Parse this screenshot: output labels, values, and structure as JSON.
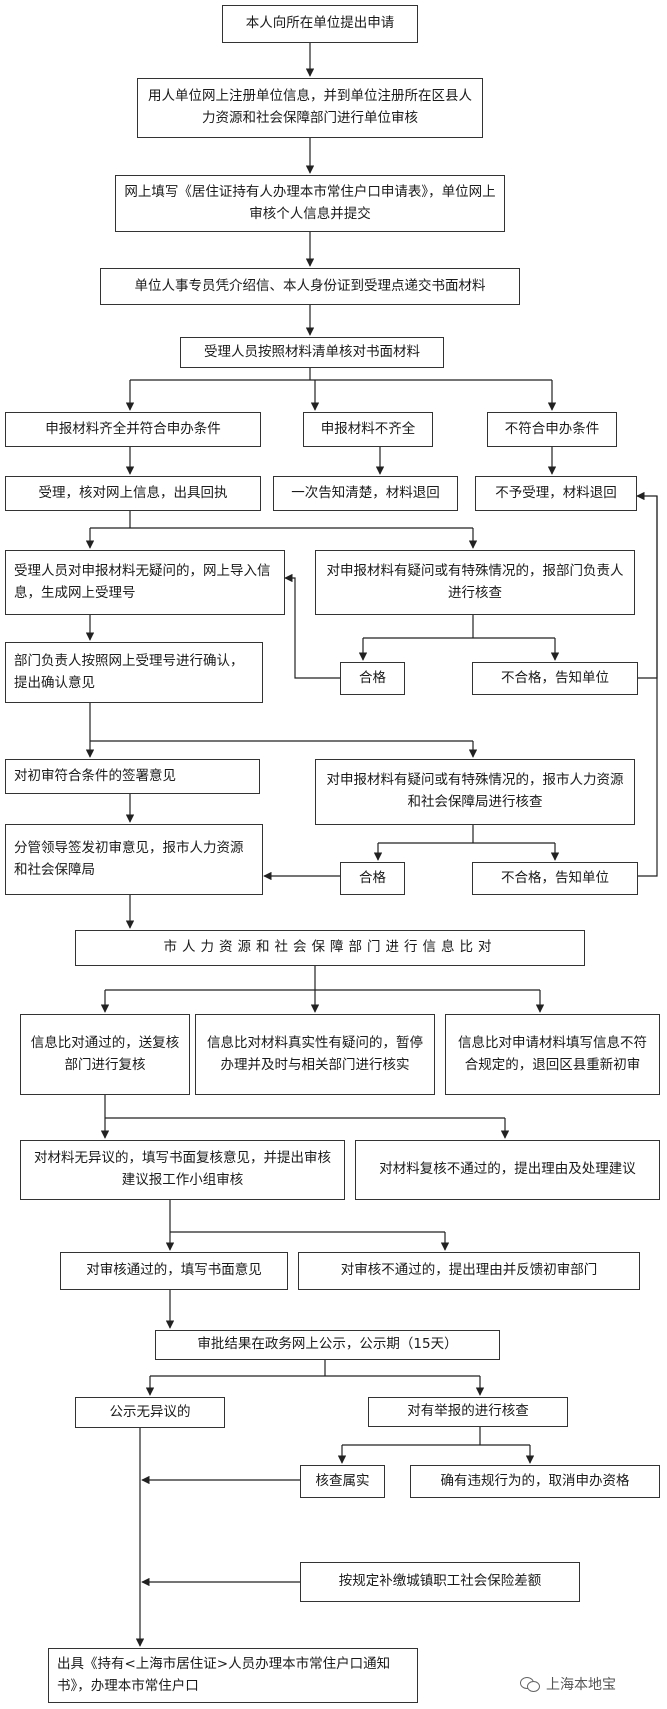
{
  "flow": {
    "apply": "本人向所在单位提出申请",
    "register": "用人单位网上注册单位信息，并到单位注册所在区县人力资源和社会保障部门进行单位审核",
    "fill_online": "网上填写《居住证持有人办理本市常住户口申请表》，单位网上审核个人信息并提交",
    "submit_docs": "单位人事专员凭介绍信、本人身份证到受理点递交书面材料",
    "check_docs": "受理人员按照材料清单核对书面材料",
    "branch_complete": "申报材料齐全并符合申办条件",
    "branch_incomplete": "申报材料不齐全",
    "branch_ineligible": "不符合申办条件",
    "accept": "受理，核对网上信息，出具回执",
    "notify_return": "一次告知清楚，材料退回",
    "reject_return": "不予受理，材料退回",
    "no_doubt_import": "受理人员对申报材料无疑问的，网上导入信息，生成网上受理号",
    "doubt_dept": "对申报材料有疑问或有特殊情况的，报部门负责人进行核查",
    "dept_confirm": "部门负责人按照网上受理号进行确认，提出确认意见",
    "pass_1": "合格",
    "fail_1": "不合格，告知单位",
    "sign_opinion": "对初审符合条件的签署意见",
    "doubt_bureau": "对申报材料有疑问或有特殊情况的，报市人力资源和社会保障局进行核查",
    "leader_sign": "分管领导签发初审意见，报市人力资源和社会保障局",
    "pass_2": "合格",
    "fail_2": "不合格，告知单位",
    "city_compare": "市人力资源和社会保障部门进行信息比对",
    "compare_pass": "信息比对通过的，送复核部门进行复核",
    "compare_doubt": "信息比对材料真实性有疑问的，暂停办理并及时与相关部门进行核实",
    "compare_fail": "信息比对申请材料填写信息不符合规定的，退回区县重新初审",
    "review_ok": "对材料无异议的，填写书面复核意见，并提出审核建议报工作小组审核",
    "review_fail": "对材料复核不通过的，提出理由及处理建议",
    "audit_pass": "对审核通过的，填写书面意见",
    "audit_fail": "对审核不通过的，提出理由并反馈初审部门",
    "publicize": "审批结果在政务网上公示，公示期（15天）",
    "no_objection": "公示无异议的",
    "verify_report": "对有举报的进行核查",
    "verified_true": "核查属实",
    "violation_cancel": "确有违规行为的，取消申办资格",
    "pay_insurance": "按规定补缴城镇职工社会保险差额",
    "final_notice": "出具《持有<上海市居住证>人员办理本市常住户口通知书》，办理本市常住户口"
  },
  "watermark": {
    "text": "上海本地宝",
    "icon": "wechat-icon"
  }
}
